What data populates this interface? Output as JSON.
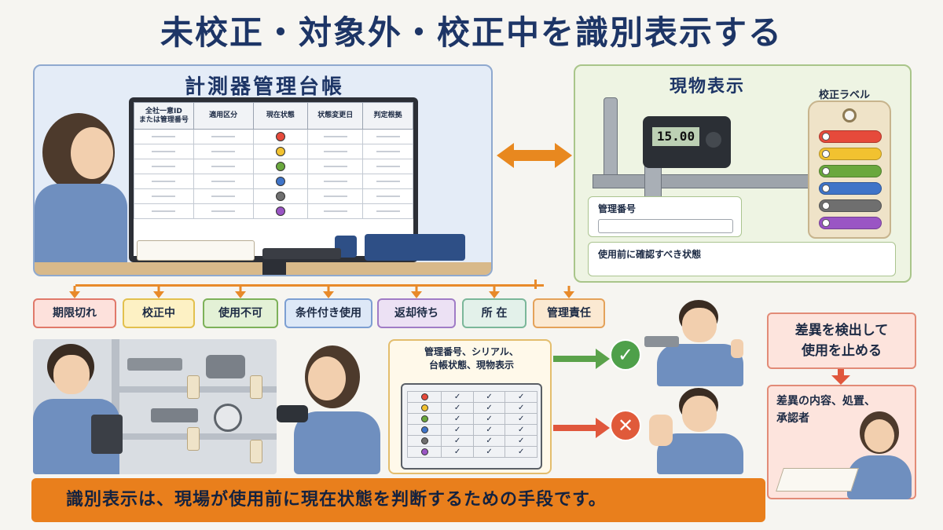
{
  "title": "未校正・対象外・校正中を識別表示する",
  "ledger": {
    "title": "計測器管理台帳",
    "columns": [
      "全社一意ID\nまたは管理番号",
      "適用区分",
      "現在状態",
      "状態変更日",
      "判定根拠"
    ],
    "status_colors": [
      "#e64a3b",
      "#f2c230",
      "#6aa83d",
      "#3f74c8",
      "#6f6f6f",
      "#9a55c4"
    ]
  },
  "physical": {
    "title": "現物表示",
    "tag_label": "校正ラベル",
    "caliper_reading": "15.00",
    "field_management_number": "管理番号",
    "field_status_before_use": "使用前に確認すべき状態",
    "tag_colors": [
      "#e64a3b",
      "#f2c230",
      "#6aa83d",
      "#3f74c8",
      "#6f6f6f",
      "#9a55c4"
    ]
  },
  "chips": [
    {
      "label": "期限切れ",
      "bg": "#fde1dc",
      "border": "#e0796a"
    },
    {
      "label": "校正中",
      "bg": "#fdf1c4",
      "border": "#e2c04e"
    },
    {
      "label": "使用不可",
      "bg": "#e3f1d6",
      "border": "#7db159"
    },
    {
      "label": "条件付き使用",
      "bg": "#dde8f7",
      "border": "#7d9fd2"
    },
    {
      "label": "返却待ち",
      "bg": "#ece1f4",
      "border": "#a07cc6"
    },
    {
      "label": "所 在",
      "bg": "#e3f1ea",
      "border": "#7bb79a"
    },
    {
      "label": "管理責任",
      "bg": "#fbe9d2",
      "border": "#e4a25a"
    }
  ],
  "check": {
    "title_line1": "管理番号、シリアル、",
    "title_line2": "台帳状態、現物表示",
    "row_colors": [
      "#e64a3b",
      "#f2c230",
      "#6aa83d",
      "#3f74c8",
      "#6f6f6f",
      "#9a55c4"
    ],
    "check_mark": "✓"
  },
  "result": {
    "ok_mark": "✓",
    "ng_mark": "✕"
  },
  "right": {
    "box1_line1": "差異を検出して",
    "box1_line2": "使用を止める",
    "box2_line1": "差異の内容、処置、",
    "box2_line2": "承認者"
  },
  "banner": "識別表示は、現場が使用前に現在状態を判断するための手段です。"
}
